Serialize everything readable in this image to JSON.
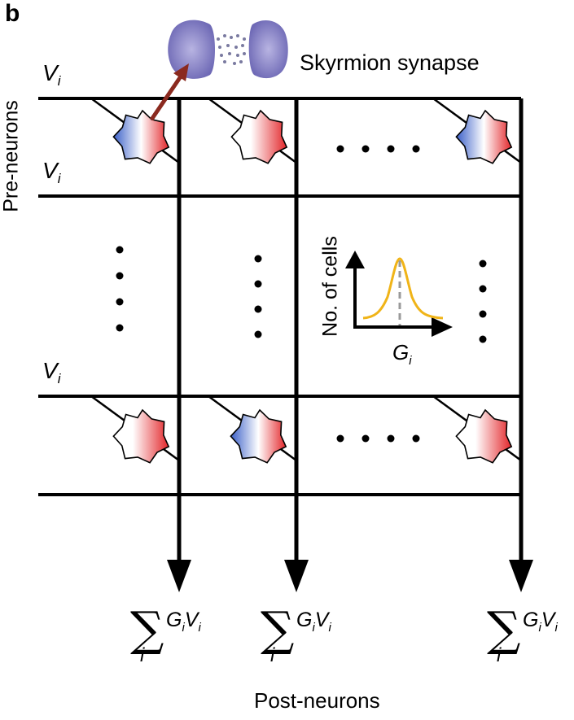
{
  "panel_label": "b",
  "synapse_label": "Skyrmion synapse",
  "pre_neurons_label": "Pre-neurons",
  "post_neurons_label": "Post-neurons",
  "row_input": {
    "symbol": "V",
    "subscript": "i"
  },
  "inset": {
    "y_label": "No. of cells",
    "x_symbol": "G",
    "x_subscript": "i"
  },
  "output": {
    "index": "i",
    "g": "G",
    "g_sub": "i",
    "v": "V",
    "v_sub": "i"
  },
  "colors": {
    "line": "#000000",
    "arrow": "#8b2a1f",
    "curve": "#f0b418",
    "dash": "#9a9a9a",
    "red": "#e3262a",
    "blue": "#3a5fc8",
    "synapse": "#8a86c6"
  },
  "icons": [
    "skyrmion-icon",
    "synapse-image",
    "gaussian-distribution-icon",
    "arrow-icon"
  ]
}
